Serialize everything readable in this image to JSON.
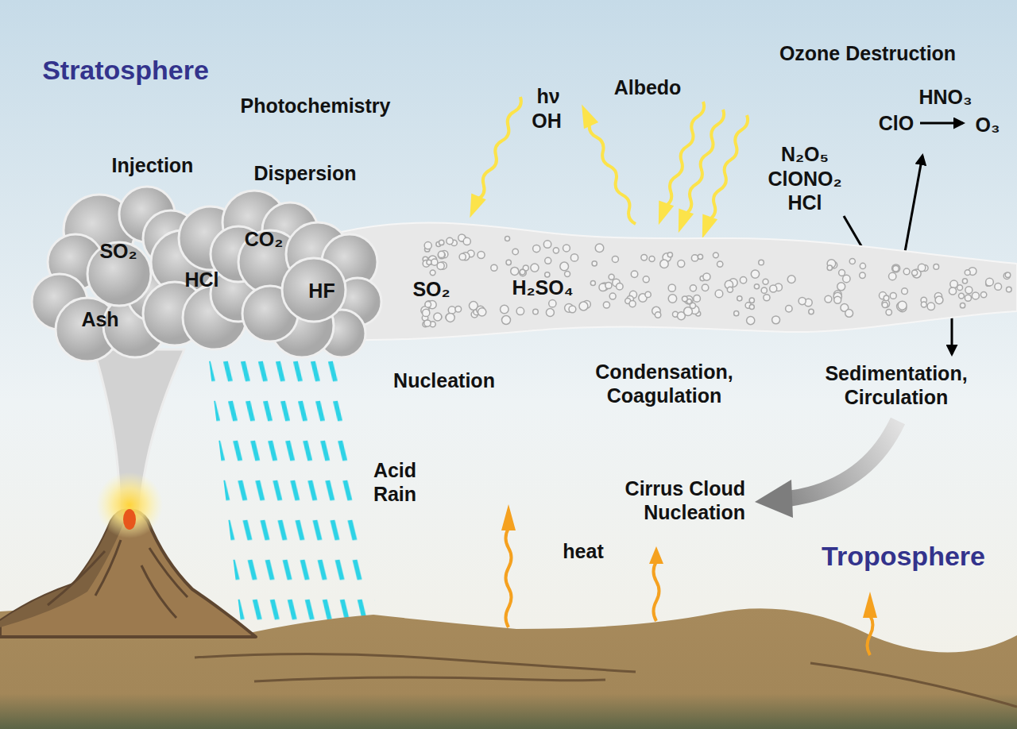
{
  "diagram": {
    "nodes": [
      {
        "text": [
          "SO₂",
          "Ash",
          "HCl",
          "CO₂",
          "HF"
        ]
      },
      {
        "text": [
          "SO₂",
          "H₂SO₄"
        ]
      }
    ],
    "labels": [
      "Stratosphere",
      "Photochemistry",
      "Injection",
      "Dispersion",
      "hν",
      "OH",
      "Albedo",
      "Ozone Destruction",
      "HNO₃",
      "ClO",
      "O₃",
      "N₂O₅",
      "ClONO₂",
      "HCl",
      "Nucleation",
      "Condensation, Coagulation",
      "Sedimentation, Circulation",
      "Acid Rain",
      "Cirrus Cloud Nucleation",
      "heat",
      "Troposphere"
    ]
  }
}
